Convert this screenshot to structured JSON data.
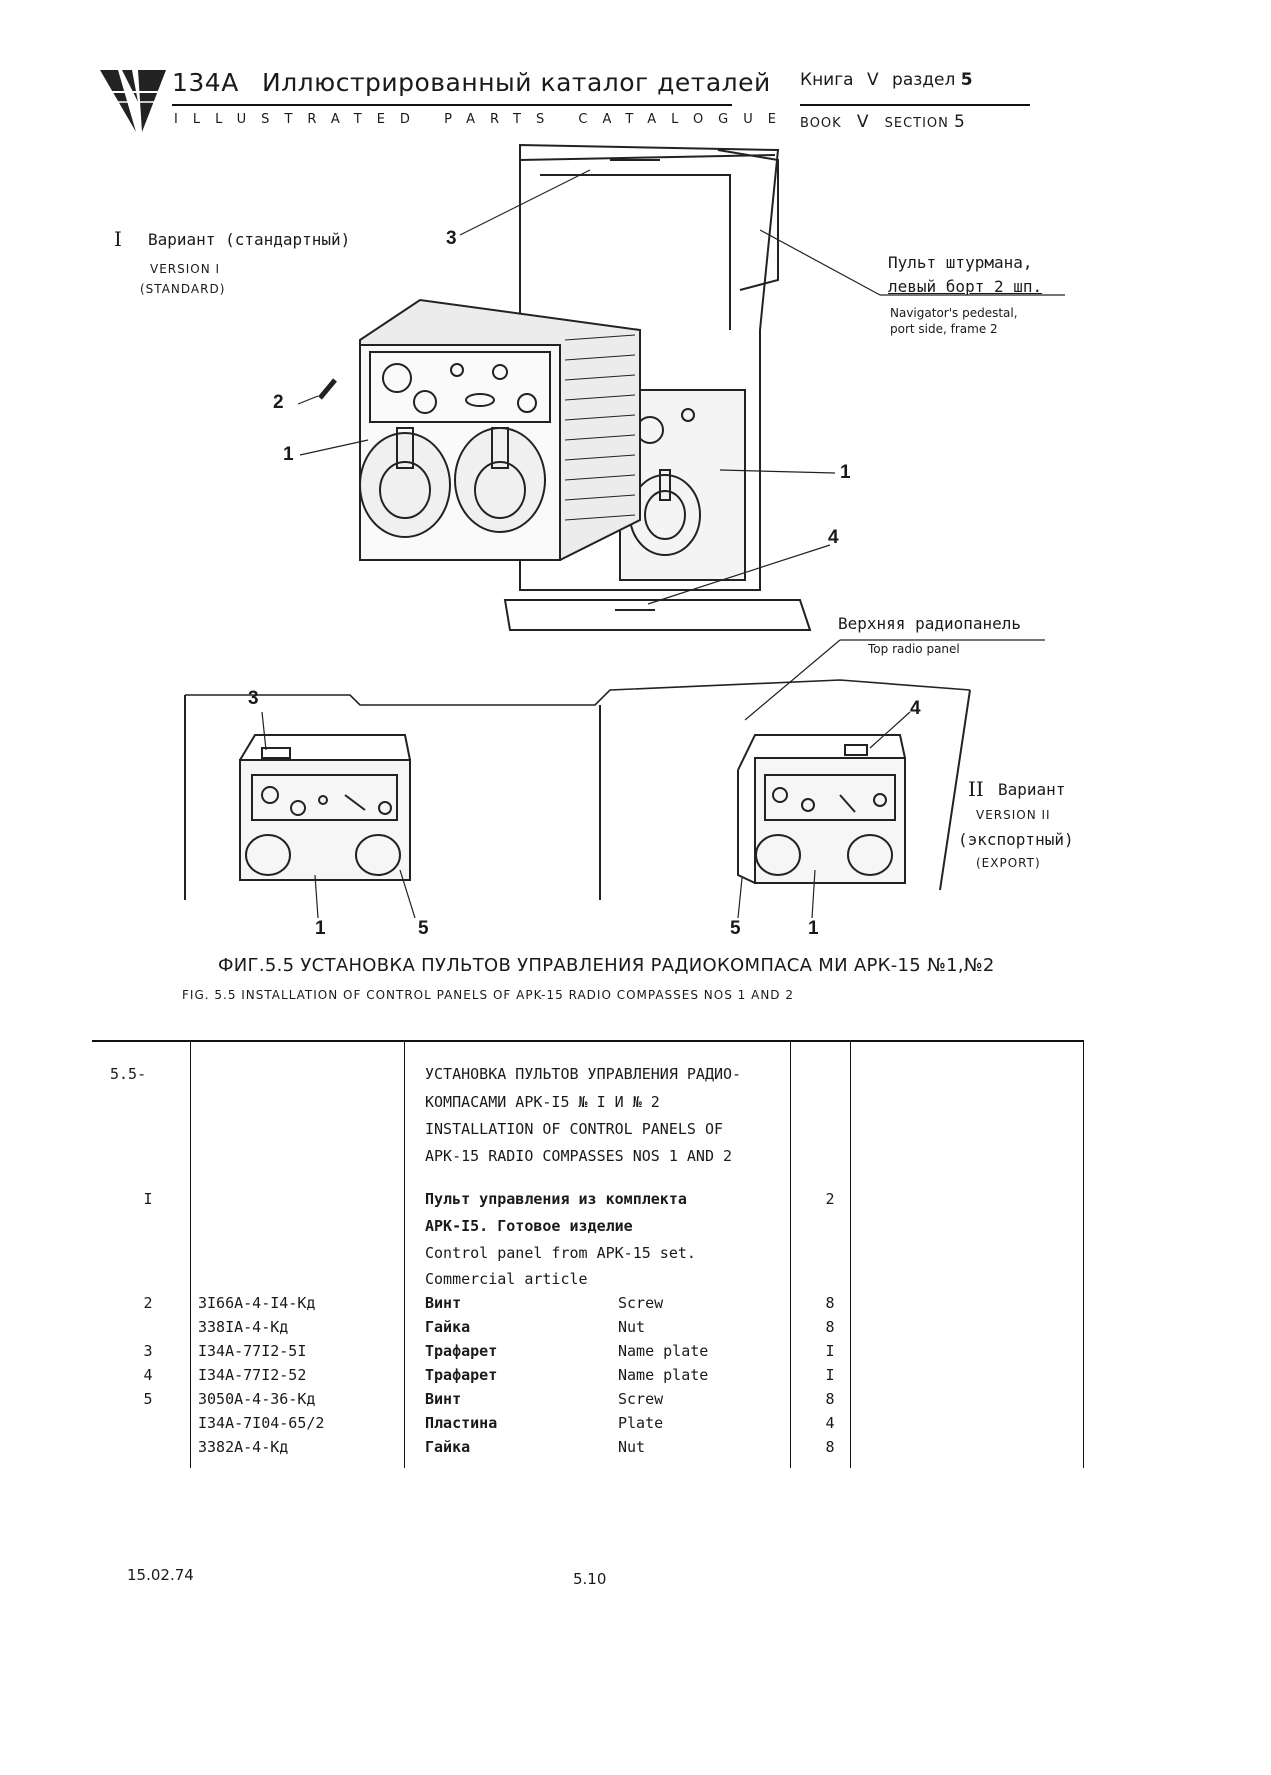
{
  "header": {
    "model": "134A",
    "title_ru": "Иллюстрированный каталог деталей",
    "title_en": "ILLUSTRATED PARTS CATALOGUE",
    "book_ru_label": "Книга",
    "book_number": "V",
    "section_ru_label": "раздел",
    "section_number": "5",
    "book_en_label": "BOOK",
    "section_en_label": "SECTION"
  },
  "figure": {
    "version1_numeral": "I",
    "version1_ru": "Вариант (стандартный)",
    "version1_en_a": "VERSION I",
    "version1_en_b": "(STANDARD)",
    "navigator_ru_a": "Пульт штурмана,",
    "navigator_ru_b": "левый борт 2 шп.",
    "navigator_en_a": "Navigator's pedestal,",
    "navigator_en_b": "port side, frame 2",
    "top_panel_ru": "Верхняя радиопанель",
    "top_panel_en": "Top radio panel",
    "version2_numeral": "II",
    "version2_ru": "Вариант",
    "version2_en": "VERSION II",
    "version2_ru_b": "(экспортный)",
    "version2_en_b": "(EXPORT)",
    "callouts": {
      "c3_top": "3",
      "c2": "2",
      "c1_left": "1",
      "c1_right": "1",
      "c4_top": "4",
      "c3_bottom": "3",
      "c4_bottom": "4",
      "c1_bl": "1",
      "c5_bl": "5",
      "c5_br": "5",
      "c1_br": "1"
    }
  },
  "caption": {
    "ru": "ФИГ.5.5 УСТАНОВКА ПУЛЬТОВ УПРАВЛЕНИЯ РАДИОКОМПАСА МИ АРК-15 №1,№2",
    "en": "FIG. 5.5 INSTALLATION OF CONTROL PANELS OF APK-15 RADIO COMPASSES NOS 1 AND 2"
  },
  "table": {
    "rows": [
      {
        "item": "5.5-",
        "part": "",
        "ru": "УСТАНОВКА ПУЛЬТОВ УПРАВЛЕНИЯ РАДИО-",
        "en": "",
        "qty": ""
      },
      {
        "item": "",
        "part": "",
        "ru": "КОМПАСАМИ АРК-I5 № I И № 2",
        "en": "",
        "qty": ""
      },
      {
        "item": "",
        "part": "",
        "ru": "INSTALLATION OF CONTROL PANELS OF",
        "en": "",
        "qty": ""
      },
      {
        "item": "",
        "part": "",
        "ru": "APK-15 RADIO COMPASSES NOS 1 AND 2",
        "en": "",
        "qty": ""
      },
      {
        "item": "I",
        "part": "",
        "ru": "Пульт управления из комплекта",
        "en": "",
        "qty": "2"
      },
      {
        "item": "",
        "part": "",
        "ru": "АРК-I5. Готовое изделие",
        "en": "",
        "qty": ""
      },
      {
        "item": "",
        "part": "",
        "ru": "Control panel from APK-15 set.",
        "en": "",
        "qty": ""
      },
      {
        "item": "",
        "part": "",
        "ru": "Commercial article",
        "en": "",
        "qty": ""
      },
      {
        "item": "2",
        "part": "3I66A-4-I4-Кд",
        "ru": "Винт",
        "en": "Screw",
        "qty": "8"
      },
      {
        "item": "",
        "part": "338IA-4-Кд",
        "ru": "Гайка",
        "en": "Nut",
        "qty": "8"
      },
      {
        "item": "3",
        "part": "I34A-77I2-5I",
        "ru": "Трафарет",
        "en": "Name plate",
        "qty": "I"
      },
      {
        "item": "4",
        "part": "I34A-77I2-52",
        "ru": "Трафарет",
        "en": "Name plate",
        "qty": "I"
      },
      {
        "item": "5",
        "part": "3050A-4-36-Кд",
        "ru": "Винт",
        "en": "Screw",
        "qty": "8"
      },
      {
        "item": "",
        "part": "I34A-7I04-65/2",
        "ru": "Пластина",
        "en": "Plate",
        "qty": "4"
      },
      {
        "item": "",
        "part": "3382A-4-Кд",
        "ru": "Гайка",
        "en": "Nut",
        "qty": "8"
      }
    ]
  },
  "footer": {
    "date": "15.02.74",
    "page": "5.10"
  }
}
